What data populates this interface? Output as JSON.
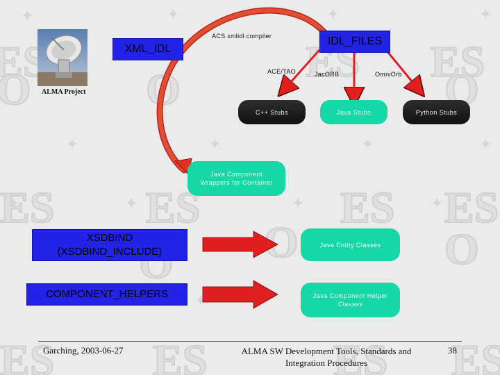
{
  "slide": {
    "logo_caption": "ALMA Project",
    "xml_idl": "XML_IDL",
    "idl_files": "IDL_FILES",
    "compiler_label": "ACS xmlidl compiler",
    "ace_tao": "ACE/TAO",
    "jacorb": "JacORB",
    "omniorb": "OmniOrb",
    "cpp_stubs": "C++ Stubs",
    "java_stubs": "Java Stubs",
    "python_stubs": "Python Stubs",
    "component_wrappers_line1": "Java Component",
    "component_wrappers_line2": "Wrappers for Container",
    "xsdbind_line1": "XSDBIND",
    "xsdbind_line2": "(XSDBIND_INCLUDE)",
    "java_entity_classes": "Java Entity Classes",
    "component_helpers": "COMPONENT_HELPERS",
    "java_component_helper_line1": "Java Component Helper",
    "java_component_helper_line2": "Classes"
  },
  "footer": {
    "location_date": "Garching, 2003-06-27",
    "title_line1": "ALMA SW Development Tools, Standards and",
    "title_line2": "Integration Procedures",
    "page_number": "38"
  },
  "colors": {
    "blue": "#2323e8",
    "teal": "#16d7a6",
    "red": "#e02020",
    "dark_pill": "#1a1a1a"
  }
}
